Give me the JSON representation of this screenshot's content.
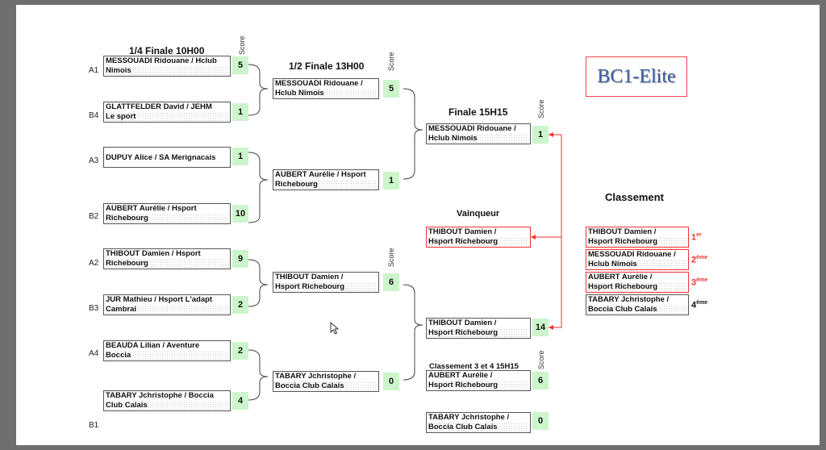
{
  "titles": {
    "qf": "1/4 Finale 10H00",
    "sf": "1/2 Finale 13H00",
    "final": "Finale 15H15",
    "winner": "Vainqueur",
    "third": "Classement 3 et 4 15H15",
    "ranking": "Classement"
  },
  "score_label": "Score",
  "logo": "BC1-Elite",
  "qf": [
    {
      "seed": "A1",
      "l1": "MESSOUADI Ridouane / Hclub",
      "l2": "Nimois",
      "score": "5"
    },
    {
      "seed": "B4",
      "l1": "GLATTFELDER David / JEHM",
      "l2": "Le sport",
      "score": "1"
    },
    {
      "seed": "A3",
      "l1": "DUPUY Alice / SA Merignacais",
      "l2": "",
      "score": "1"
    },
    {
      "seed": "B2",
      "l1": "AUBERT Aurélie / Hsport",
      "l2": "Richebourg",
      "score": "10"
    },
    {
      "seed": "A2",
      "l1": "THIBOUT Damien / Hsport",
      "l2": "Richebourg",
      "score": "9"
    },
    {
      "seed": "B3",
      "l1": "JUR Mathieu / Hsport L'adapt",
      "l2": "Cambrai",
      "score": "2"
    },
    {
      "seed": "A4",
      "l1": "BEAUDA Lilian / Aventure",
      "l2": "Boccia",
      "score": "2"
    },
    {
      "seed": "B1",
      "l1": "TABARY Jchristophe / Boccia",
      "l2": "Club Calais",
      "score": "4"
    }
  ],
  "sf": [
    {
      "l1": "MESSOUADI Ridouane /",
      "l2": "Hclub Nimois",
      "score": "5"
    },
    {
      "l1": "AUBERT Aurélie / Hsport",
      "l2": "Richebourg",
      "score": "1"
    },
    {
      "l1": "THIBOUT Damien /",
      "l2": "Hsport Richebourg",
      "score": "6"
    },
    {
      "l1": "TABARY Jchristophe /",
      "l2": "Boccia Club Calais",
      "score": "0"
    }
  ],
  "final": [
    {
      "l1": "MESSOUADI Ridouane /",
      "l2": "Hclub Nimois",
      "score": "1"
    },
    {
      "l1": "THIBOUT Damien /",
      "l2": "Hsport Richebourg",
      "score": "14"
    }
  ],
  "winner": {
    "l1": "THIBOUT Damien /",
    "l2": "Hsport Richebourg"
  },
  "third": [
    {
      "l1": "AUBERT Aurélie /",
      "l2": "Hsport Richebourg",
      "score": "6"
    },
    {
      "l1": "TABARY Jchristophe /",
      "l2": "Boccia Club Calais",
      "score": "0"
    }
  ],
  "ranking": [
    {
      "l1": "THIBOUT Damien /",
      "l2": "Hsport Richebourg",
      "rank": "1",
      "suffix": "er"
    },
    {
      "l1": "MESSOUADI Ridouane /",
      "l2": "Hclub Nimois",
      "rank": "2",
      "suffix": "ème"
    },
    {
      "l1": "AUBERT Aurélie /",
      "l2": "Hsport Richebourg",
      "rank": "3",
      "suffix": "ème"
    },
    {
      "l1": "TABARY Jchristophe /",
      "l2": "Boccia Club Calais",
      "rank": "4",
      "suffix": "ème"
    }
  ],
  "colors": {
    "score_bg": "#ccf5cc",
    "accent": "#e33333",
    "logo": "#3b5da6"
  }
}
